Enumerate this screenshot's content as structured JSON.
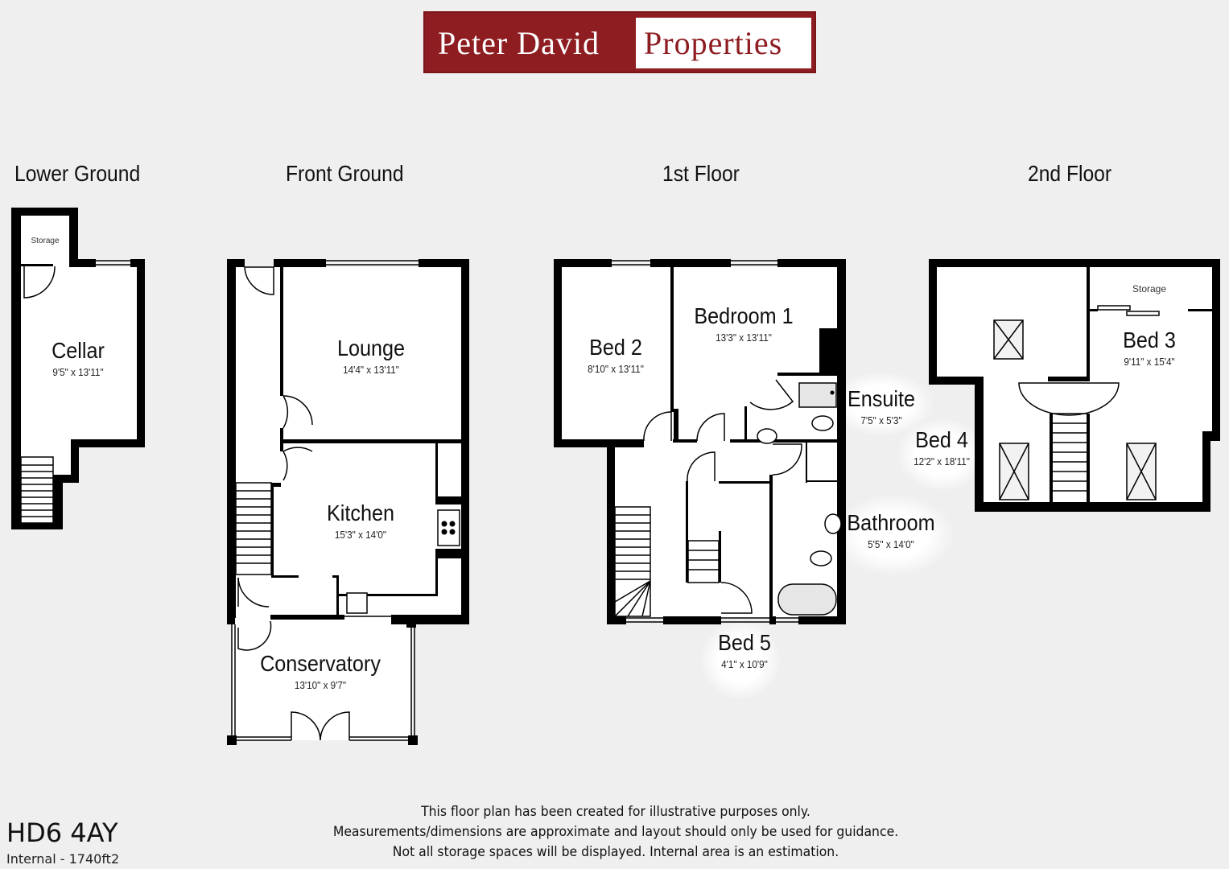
{
  "logo": {
    "part1": "Peter David",
    "part2": "Properties",
    "brand_color": "#8e1d22"
  },
  "floors": [
    {
      "label": "Lower Ground"
    },
    {
      "label": "Front Ground"
    },
    {
      "label": "1st Floor"
    },
    {
      "label": "2nd Floor"
    }
  ],
  "rooms": {
    "storage_lower": {
      "name": "Storage"
    },
    "cellar": {
      "name": "Cellar",
      "dim": "9'5\" x 13'11\""
    },
    "lounge": {
      "name": "Lounge",
      "dim": "14'4\" x 13'11\""
    },
    "kitchen": {
      "name": "Kitchen",
      "dim": "15'3\" x 14'0\""
    },
    "conservatory": {
      "name": "Conservatory",
      "dim": "13'10\" x 9'7\""
    },
    "bed2": {
      "name": "Bed 2",
      "dim": "8'10\" x 13'11\""
    },
    "bedroom1": {
      "name": "Bedroom 1",
      "dim": "13'3\" x 13'11\""
    },
    "ensuite": {
      "name": "Ensuite",
      "dim": "7'5\" x 5'3\""
    },
    "bed4": {
      "name": "Bed 4",
      "dim": "12'2\" x 18'11\""
    },
    "bathroom": {
      "name": "Bathroom",
      "dim": "5'5\" x 14'0\""
    },
    "bed5": {
      "name": "Bed 5",
      "dim": "4'1\" x 10'9\""
    },
    "storage_upper": {
      "name": "Storage"
    },
    "bed3": {
      "name": "Bed 3",
      "dim": "9'11\" x 15'4\""
    }
  },
  "footer": {
    "postcode": "HD6 4AY",
    "internal_area": "Internal - 1740ft2",
    "disclaimer": [
      "This floor plan has been created for illustrative purposes only.",
      "Measurements/dimensions are approximate and layout should only be used for guidance.",
      "Not all storage spaces will be displayed. Internal area is an estimation."
    ]
  }
}
